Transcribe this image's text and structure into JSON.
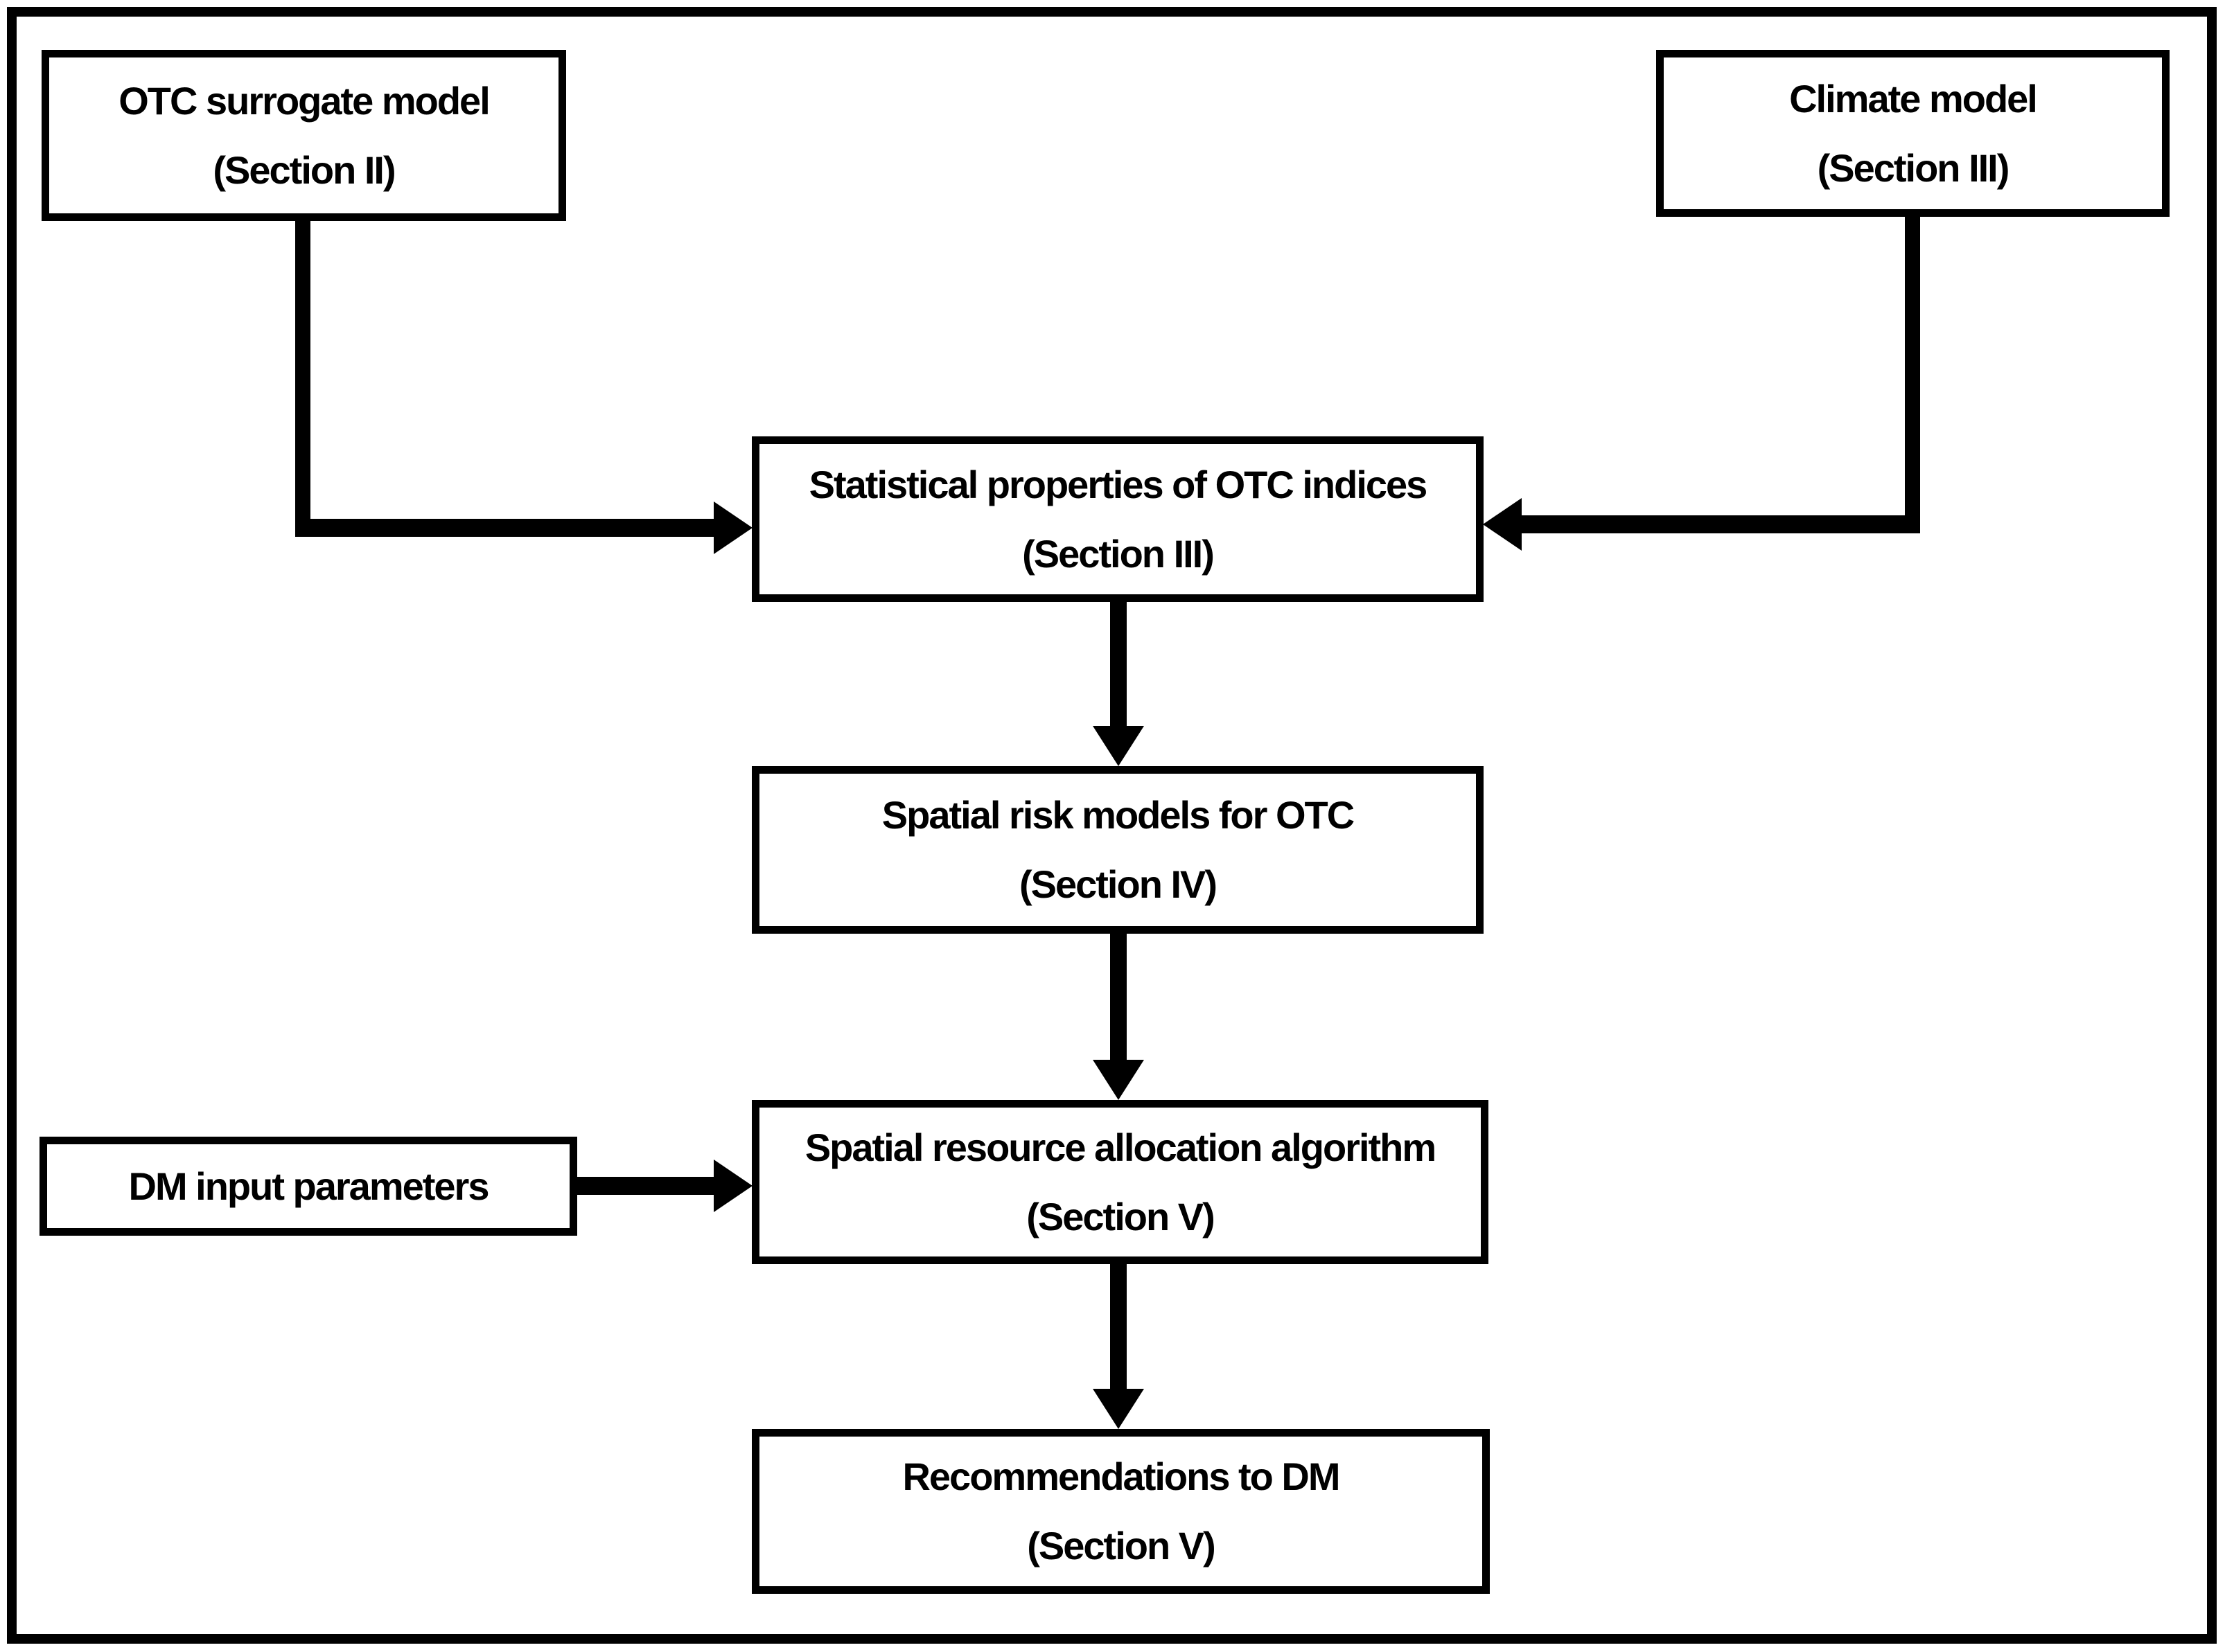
{
  "diagram": {
    "title": "",
    "colors": {
      "ink": "#000000",
      "background": "#ffffff"
    },
    "nodes": {
      "otc_surrogate": {
        "line1": "OTC surrogate model",
        "line2": "(Section II)"
      },
      "climate": {
        "line1": "Climate model",
        "line2": "(Section III)"
      },
      "statistical": {
        "line1": "Statistical properties of OTC indices",
        "line2": "(Section III)"
      },
      "spatial_risk": {
        "line1": "Spatial risk models for OTC",
        "line2": "(Section IV)"
      },
      "dm_input": {
        "line1": "DM input parameters"
      },
      "spatial_alloc": {
        "line1": "Spatial resource allocation algorithm",
        "line2": "(Section V)"
      },
      "recommendations": {
        "line1": "Recommendations to DM",
        "line2": "(Section V)"
      }
    },
    "edges": [
      {
        "from": "otc_surrogate",
        "to": "statistical"
      },
      {
        "from": "climate",
        "to": "statistical"
      },
      {
        "from": "statistical",
        "to": "spatial_risk"
      },
      {
        "from": "spatial_risk",
        "to": "spatial_alloc"
      },
      {
        "from": "dm_input",
        "to": "spatial_alloc"
      },
      {
        "from": "spatial_alloc",
        "to": "recommendations"
      }
    ]
  }
}
